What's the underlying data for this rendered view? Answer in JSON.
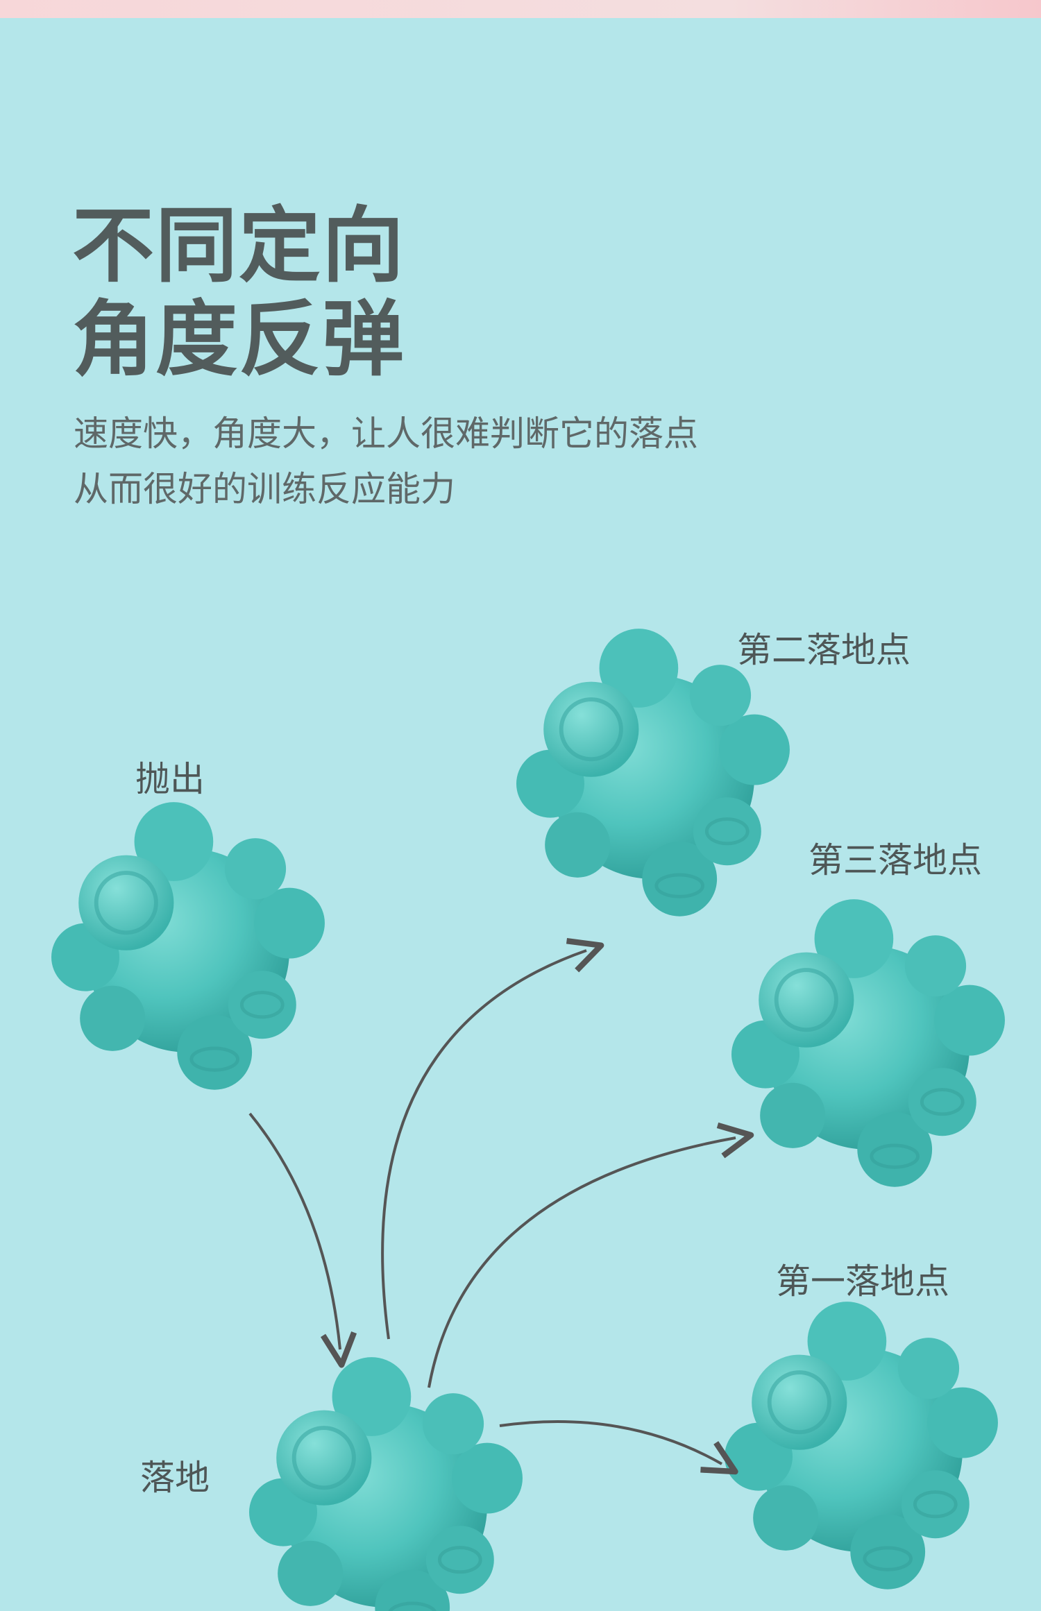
{
  "headline": {
    "line1": "不同定向",
    "line2": "角度反弹"
  },
  "description": {
    "line1": "速度快，角度大，让人很难判断它的落点",
    "line2": "从而很好的训练反应能力"
  },
  "labels": {
    "throw": "抛出",
    "land": "落地",
    "first": "第一落地点",
    "second": "第二落地点",
    "third": "第三落地点"
  },
  "colors": {
    "background": "#b4e6ea",
    "ball": "#4fc4bd",
    "arrow": "#555555"
  }
}
